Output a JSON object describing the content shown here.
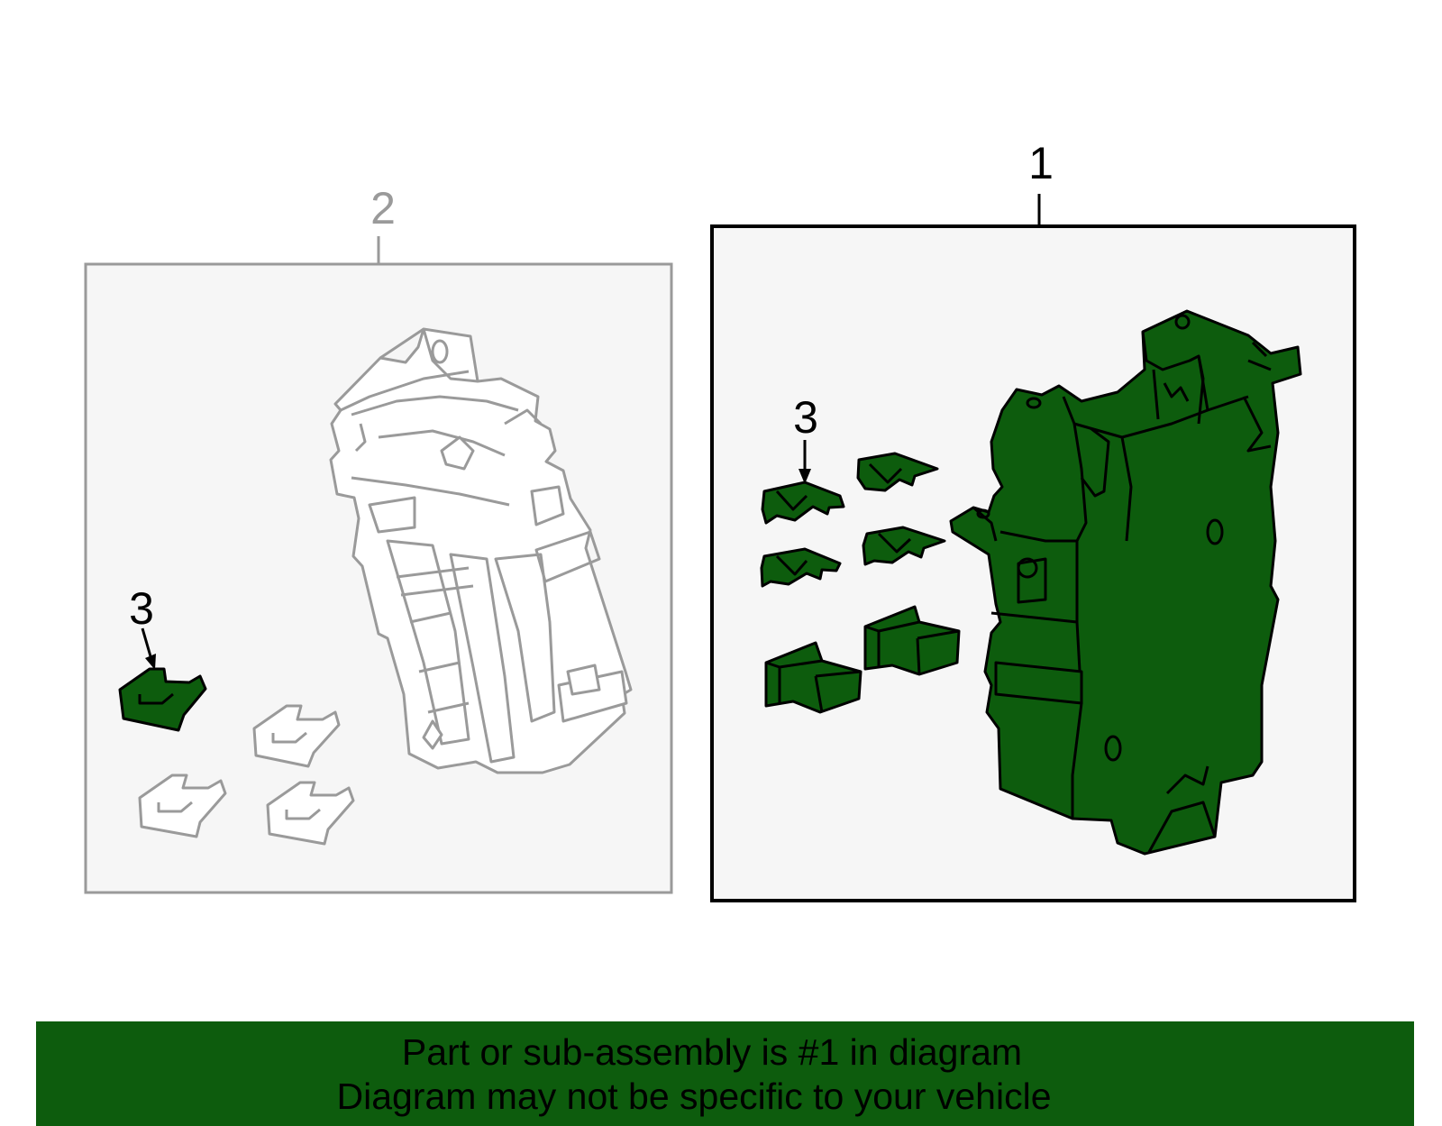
{
  "callouts": {
    "part_1": "1",
    "part_2": "2",
    "part_3_left": "3",
    "part_3_right": "3"
  },
  "banner": {
    "line1": "Part or sub-assembly is #1 in diagram",
    "line2": "Diagram may not be specific to your vehicle"
  },
  "colors": {
    "highlight_green": "#0d5c0d",
    "inactive_gray": "#9a9a9a",
    "panel_fill": "#f6f6f6",
    "outline_black": "#000000"
  }
}
